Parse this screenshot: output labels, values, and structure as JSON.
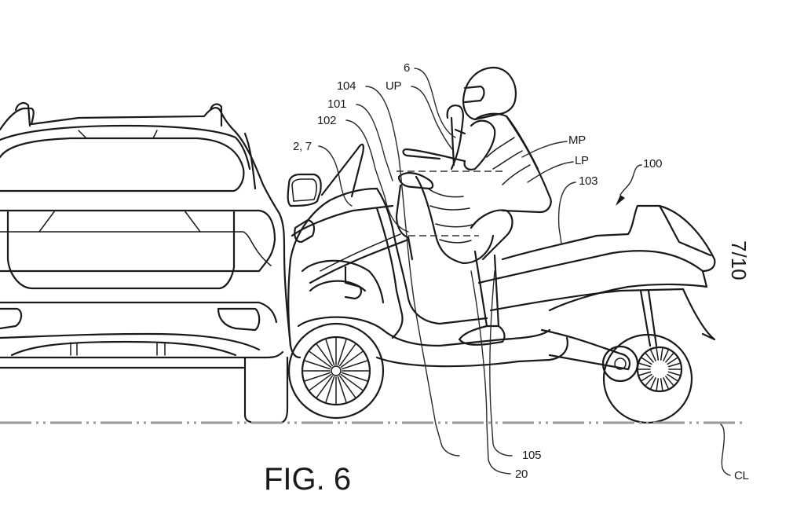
{
  "figure": {
    "title": "FIG. 6",
    "sheet_number": "7/10",
    "subject": "Three-wheeled scooter with rider in frontal collision with rear of car",
    "line_color": "#1a1a1a",
    "background_color": "#ffffff",
    "centerline_color": "#9a9a9a"
  },
  "reference_labels": [
    {
      "id": "6",
      "text": "6",
      "refers_to": "airbag"
    },
    {
      "id": "UP",
      "text": "UP",
      "refers_to": "upper portion"
    },
    {
      "id": "104",
      "text": "104",
      "refers_to": "component"
    },
    {
      "id": "101",
      "text": "101",
      "refers_to": "component"
    },
    {
      "id": "102",
      "text": "102",
      "refers_to": "component"
    },
    {
      "id": "2,7",
      "text": "2, 7",
      "refers_to": "front fairing"
    },
    {
      "id": "MP",
      "text": "MP",
      "refers_to": "middle portion"
    },
    {
      "id": "LP",
      "text": "LP",
      "refers_to": "lower portion"
    },
    {
      "id": "103",
      "text": "103",
      "refers_to": "seat"
    },
    {
      "id": "100",
      "text": "100",
      "refers_to": "vehicle"
    },
    {
      "id": "105",
      "text": "105",
      "refers_to": "component"
    },
    {
      "id": "20",
      "text": "20",
      "refers_to": "component"
    },
    {
      "id": "CL",
      "text": "CL",
      "refers_to": "centerline / ground line"
    }
  ]
}
